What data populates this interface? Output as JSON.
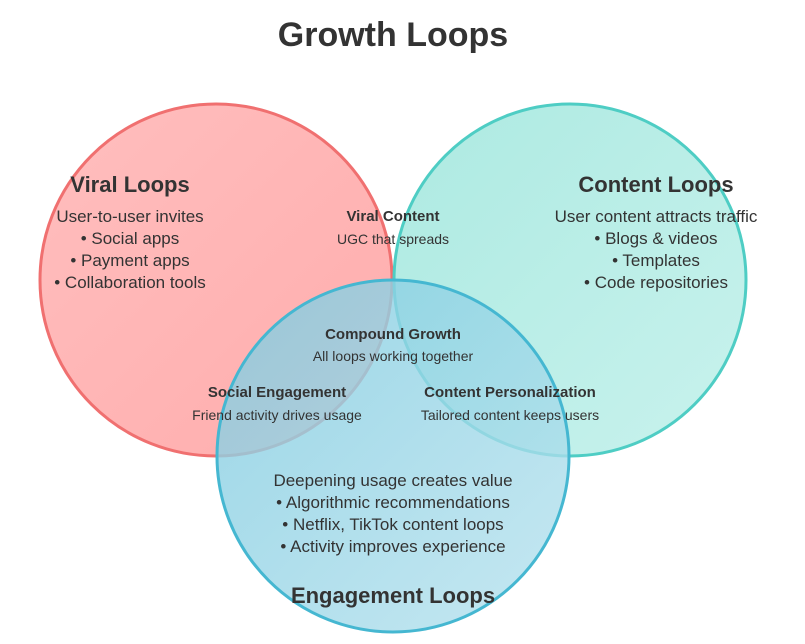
{
  "title": "Growth Loops",
  "sets": {
    "viral": {
      "name": "Viral Loops",
      "description": "User-to-user invites",
      "items": [
        "• Social apps",
        "• Payment apps",
        "• Collaboration tools"
      ],
      "fill_start": "#ffb3b3",
      "fill_end": "#ff9e9e",
      "stroke": "#f07070"
    },
    "content": {
      "name": "Content Loops",
      "description": "User content attracts traffic",
      "items": [
        "• Blogs & videos",
        "• Templates",
        "• Code repositories"
      ],
      "fill_start": "#9ee6dc",
      "fill_end": "#bff0ea",
      "stroke": "#4ecdc4"
    },
    "engagement": {
      "name": "Engagement Loops",
      "description": "Deepening usage creates value",
      "items": [
        "• Algorithmic recommendations",
        "• Netflix, TikTok content loops",
        "• Activity improves experience"
      ],
      "fill_start": "#7fcbe0",
      "fill_end": "#b8e2ee",
      "stroke": "#45b7d1"
    }
  },
  "overlaps": {
    "viral_content": {
      "title": "Viral Content",
      "description": "UGC that spreads"
    },
    "viral_engagement": {
      "title": "Social Engagement",
      "description": "Friend activity drives usage"
    },
    "content_engagement": {
      "title": "Content Personalization",
      "description": "Tailored content keeps users"
    },
    "all": {
      "title": "Compound Growth",
      "description": "All loops working together"
    }
  }
}
